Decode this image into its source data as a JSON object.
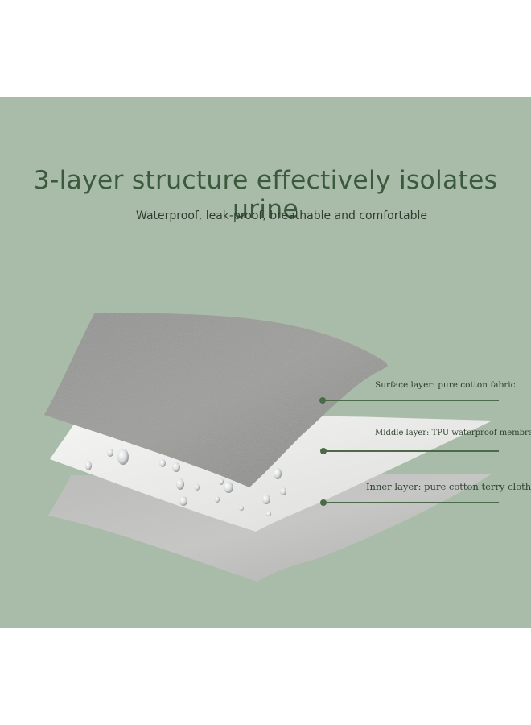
{
  "headline": "3-layer structure effectively isolates urine",
  "subline": "Waterproof, leak-proof, breathable and comfortable",
  "layers": {
    "surface": "Surface layer: pure cotton fabric",
    "middle": "Middle layer: TPU waterproof membrane",
    "inner": "Inner layer: pure cotton terry cloth"
  },
  "colors": {
    "background": "#a9bba9",
    "headline": "#3b5a3d",
    "callout_line": "#4a6a48"
  }
}
